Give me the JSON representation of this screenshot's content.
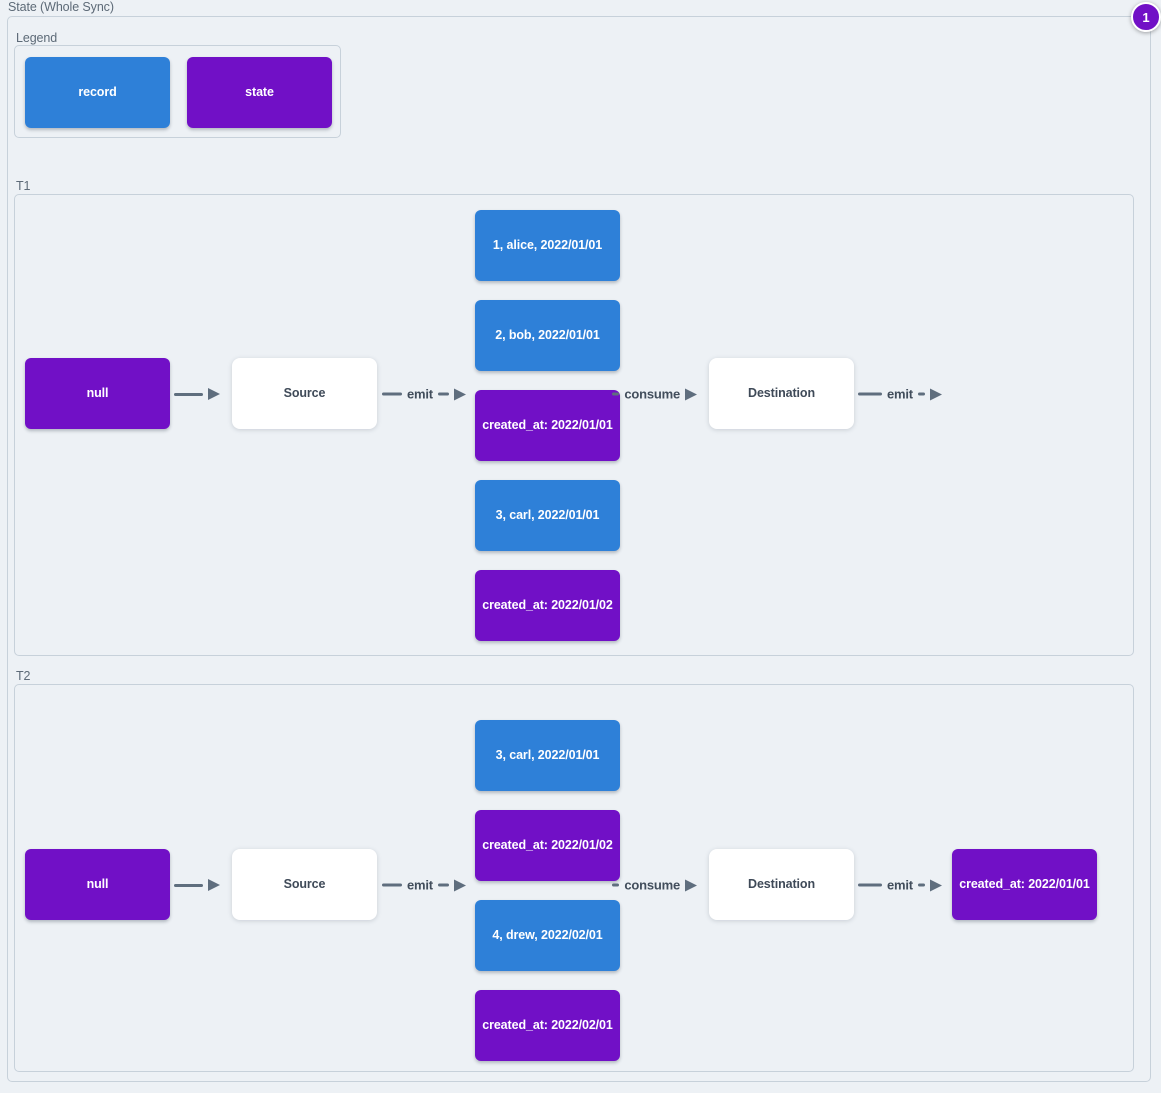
{
  "page": {
    "title": "State (Whole Sync)",
    "badge_label": "1"
  },
  "colors": {
    "record": "#2e80d8",
    "state": "#7110c6",
    "arrow": "#5f6e7e"
  },
  "legend": {
    "label": "Legend",
    "record_label": "record",
    "state_label": "state"
  },
  "tiers": {
    "t1": {
      "label": "T1",
      "input_state": "null",
      "source": "Source",
      "emit_in": "emit",
      "consume": "consume",
      "destination": "Destination",
      "emit_out": "emit",
      "stack": [
        {
          "type": "record",
          "label": "1, alice, 2022/01/01"
        },
        {
          "type": "record",
          "label": "2, bob, 2022/01/01"
        },
        {
          "type": "state",
          "label": "created_at: 2022/01/01"
        },
        {
          "type": "record",
          "label": "3, carl, 2022/01/01"
        },
        {
          "type": "state",
          "label": "created_at: 2022/01/02"
        }
      ]
    },
    "t2": {
      "label": "T2",
      "input_state": "null",
      "source": "Source",
      "emit_in": "emit",
      "consume": "consume",
      "destination": "Destination",
      "emit_out": "emit",
      "output_state": "created_at: 2022/01/01",
      "stack": [
        {
          "type": "record",
          "label": "3, carl, 2022/01/01"
        },
        {
          "type": "state",
          "label": "created_at: 2022/01/02"
        },
        {
          "type": "record",
          "label": "4, drew, 2022/02/01"
        },
        {
          "type": "state",
          "label": "created_at: 2022/02/01"
        }
      ]
    }
  }
}
